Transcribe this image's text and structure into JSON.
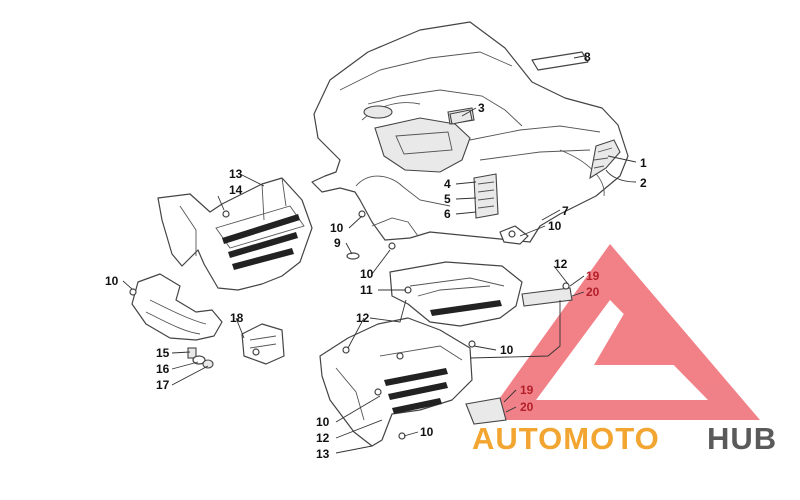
{
  "diagram": {
    "callouts": {
      "c1": "1",
      "c2": "2",
      "c3": "3",
      "c4": "4",
      "c5": "5",
      "c6": "6",
      "c7": "7",
      "c8": "8",
      "c9": "9",
      "c10a": "10",
      "c10b": "10",
      "c10c": "10",
      "c10d": "10",
      "c10e": "10",
      "c10f": "10",
      "c10g": "10",
      "c11": "11",
      "c12a": "12",
      "c12b": "12",
      "c12c": "12",
      "c13a": "13",
      "c13b": "13",
      "c14": "14",
      "c15": "15",
      "c16": "16",
      "c17": "17",
      "c18": "18",
      "c19a": "19",
      "c19b": "19",
      "c20a": "20",
      "c20b": "20"
    }
  },
  "watermark": {
    "brand_part1": "AUTOMOTO",
    "brand_part2": "HUB",
    "colors": {
      "triangle": "#e8545e",
      "text_orange": "#f2a531",
      "text_gray": "#5a5a5a"
    }
  }
}
